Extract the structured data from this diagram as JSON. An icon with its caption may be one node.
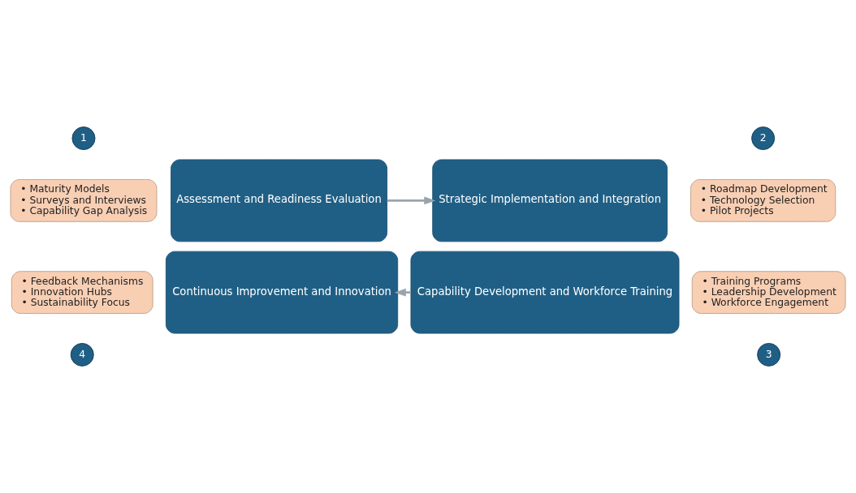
{
  "diagram": {
    "nodes": [
      {
        "text": [
          "1"
        ]
      },
      {
        "text": [
          "• Maturity Models",
          "• Surveys and Interviews",
          "• Capability Gap Analysis"
        ]
      },
      {
        "text": [
          "2"
        ]
      },
      {
        "text": [
          "• Roadmap Development",
          "• Technology Selection",
          "• Pilot Projects"
        ]
      },
      {
        "text": [
          "Assessment and Readiness Evaluation"
        ]
      },
      {
        "text": [
          "Strategic Implementation and Integration"
        ]
      },
      {
        "text": [
          "Continuous Improvement and Innovation"
        ]
      },
      {
        "text": [
          "Capability Development and Workforce Training"
        ]
      },
      {
        "text": [
          "4"
        ]
      },
      {
        "text": [
          "3"
        ]
      },
      {
        "text": [
          "• Feedback Mechanisms",
          "• Innovation Hubs",
          "• Sustainability Focus"
        ]
      },
      {
        "text": [
          "• Training Programs",
          "• Leadership Development",
          "• Workforce Engagement"
        ]
      }
    ],
    "edges": [
      {
        "from": 4,
        "to": 5,
        "arrow": "to"
      },
      {
        "from": 7,
        "to": 6,
        "arrow": "to"
      }
    ]
  }
}
